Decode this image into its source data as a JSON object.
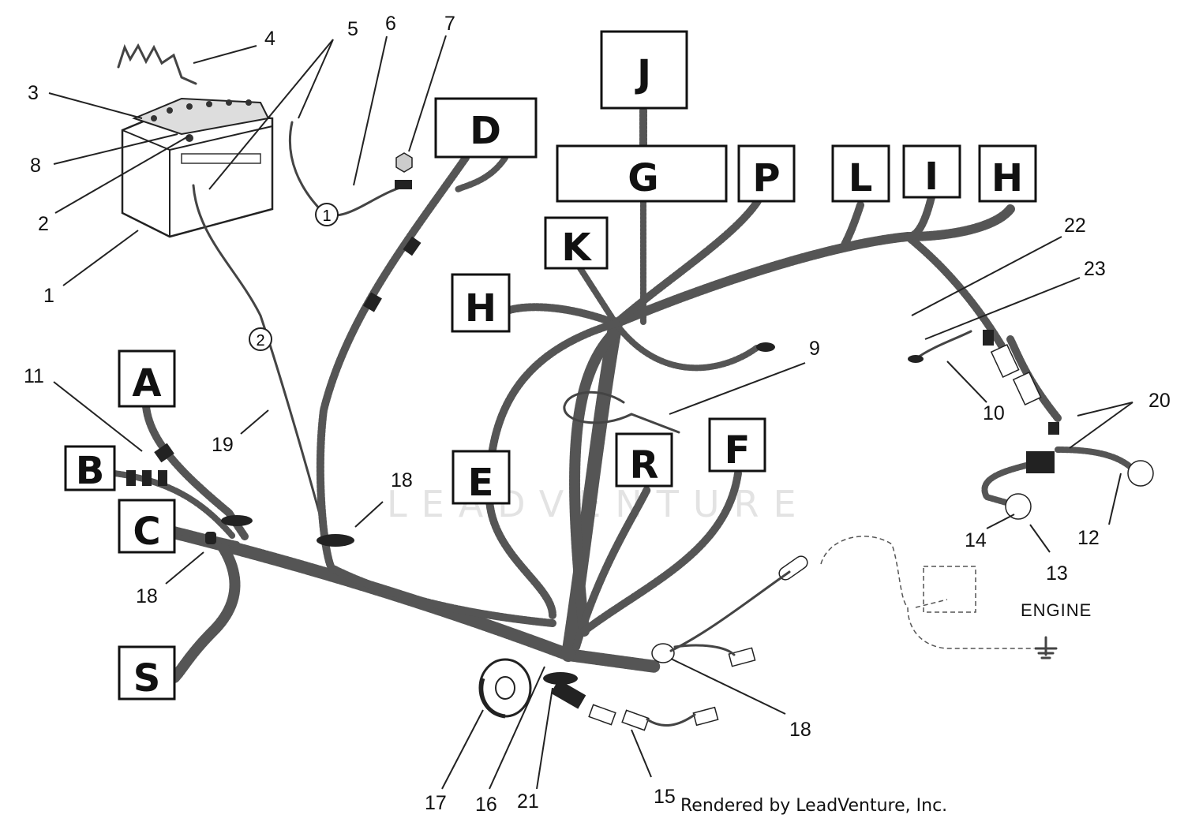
{
  "callouts": [
    "1",
    "2",
    "3",
    "4",
    "5",
    "6",
    "7",
    "8",
    "9",
    "10",
    "11",
    "12",
    "13",
    "14",
    "15",
    "16",
    "17",
    "18",
    "19",
    "20",
    "21",
    "22",
    "23"
  ],
  "repeat_callout_18": "18",
  "repeat_callout_18b": "18",
  "connector_labels": {
    "A": "A",
    "B": "B",
    "C": "C",
    "D": "D",
    "E": "E",
    "F": "F",
    "G": "G",
    "H": "H",
    "I": "I",
    "J": "J",
    "K": "K",
    "L": "L",
    "P": "P",
    "R": "R",
    "S": "S"
  },
  "connector_H_right": "H",
  "circled": {
    "one": "1",
    "two": "2"
  },
  "engine_label": "ENGINE",
  "watermark": "LEADVENTURE",
  "credit": "Rendered by LeadVenture, Inc."
}
